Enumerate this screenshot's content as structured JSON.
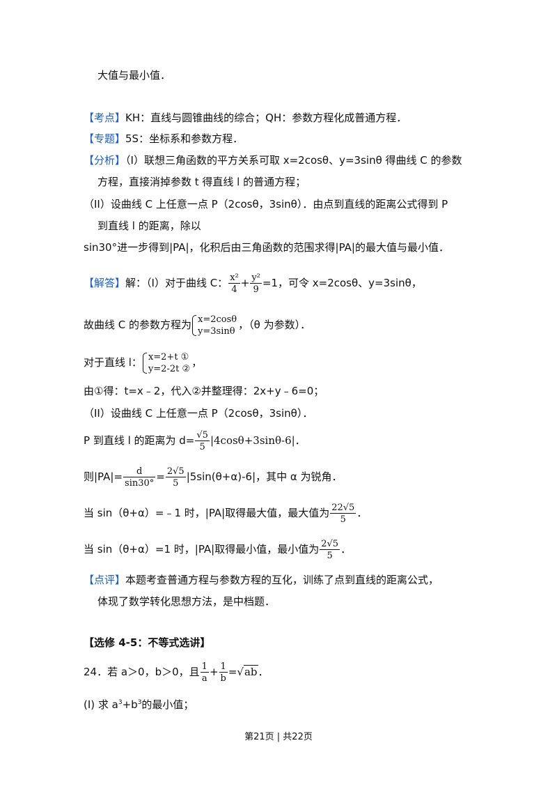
{
  "p0": "大值与最小值．",
  "kaodian": {
    "tag": "【考点】",
    "text": "KH：直线与圆锥曲线的综合；QH：参数方程化成普通方程．"
  },
  "zhuanti": {
    "tag": "【专题】",
    "text": "5S：坐标系和参数方程．"
  },
  "fenxi": {
    "tag": "【分析】",
    "l1": "（I）联想三角函数的平方关系可取 x=2cosθ、y=3sinθ 得曲线 C 的参数",
    "l2": "方程，直接消掉参数 t 得直线 l 的普通方程；",
    "l3": "（II）设曲线 C 上任意一点 P（2cosθ，3sinθ）．由点到直线的距离公式得到 P",
    "l4": "到直线 l 的距离，除以",
    "l5": "sin30°进一步得到|PA|，化积后由三角函数的范围求得|PA|的最大值与最小值．"
  },
  "jieda": {
    "tag": "【解答】",
    "l1_a": "解：（I）对于曲线 C：",
    "f1_num": "x²",
    "f1_den": "4",
    "plus": "+",
    "f2_num": "y²",
    "f2_den": "9",
    "l1_b": "=1，可令 x=2cosθ、y=3sinθ，",
    "l2_a": "故曲线 C 的参数方程为",
    "sys1_r1": "x=2cosθ",
    "sys1_r2": "y=3sinθ",
    "l2_b": "，（θ 为参数）．",
    "l3_a": "对于直线 l：",
    "sys2_r1": "x=2+t   ①",
    "sys2_r2": "y=2-2t   ②",
    "l3_b": "，",
    "l4": "由①得：t=x﹣2，代入②并整理得：2x+y﹣6=0；",
    "l5": "（II）设曲线 C 上任意一点 P（2cosθ，3sinθ）．",
    "l6_a": "P 到直线 l 的距离为 d=",
    "l6_num": "√5",
    "l6_den": "5",
    "l6_b": "|4cosθ+3sinθ-6|．",
    "l7_a": "则|PA|=",
    "l7_num1": "d",
    "l7_den1": "sin30°",
    "l7_eq": "=",
    "l7_num2": "2√5",
    "l7_den2": "5",
    "l7_b": "|5sin(θ+α)-6|，其中 α 为锐角．",
    "l8_a": "当 sin（θ+α）=﹣1 时，|PA|取得最大值，最大值为",
    "l8_num": "22√5",
    "l8_den": "5",
    "l8_b": "．",
    "l9_a": "当 sin（θ+α）=1 时，|PA|取得最小值，最小值为",
    "l9_num": "2√5",
    "l9_den": "5",
    "l9_b": "．"
  },
  "dianping": {
    "tag": "【点评】",
    "l1": "本题考查普通方程与参数方程的互化，训练了点到直线的距离公式，",
    "l2": "体现了数学转化思想方法，是中档题．"
  },
  "section": "【选修 4-5：不等式选讲】",
  "q24": {
    "a": "24．若 a＞0，b＞0，且",
    "f1_num": "1",
    "f1_den": "a",
    "plus": "+",
    "f2_num": "1",
    "f2_den": "b",
    "eq": "=",
    "sqrt": "ab",
    "b": "．"
  },
  "q24_1": {
    "a": "(I) 求 a",
    "sup1": "3",
    "mid": "+b",
    "sup2": "3",
    "b": "的最小值；"
  },
  "footer": "第21页 | 共22页",
  "colors": {
    "tag": "#1a5fd0",
    "text": "#111111"
  }
}
